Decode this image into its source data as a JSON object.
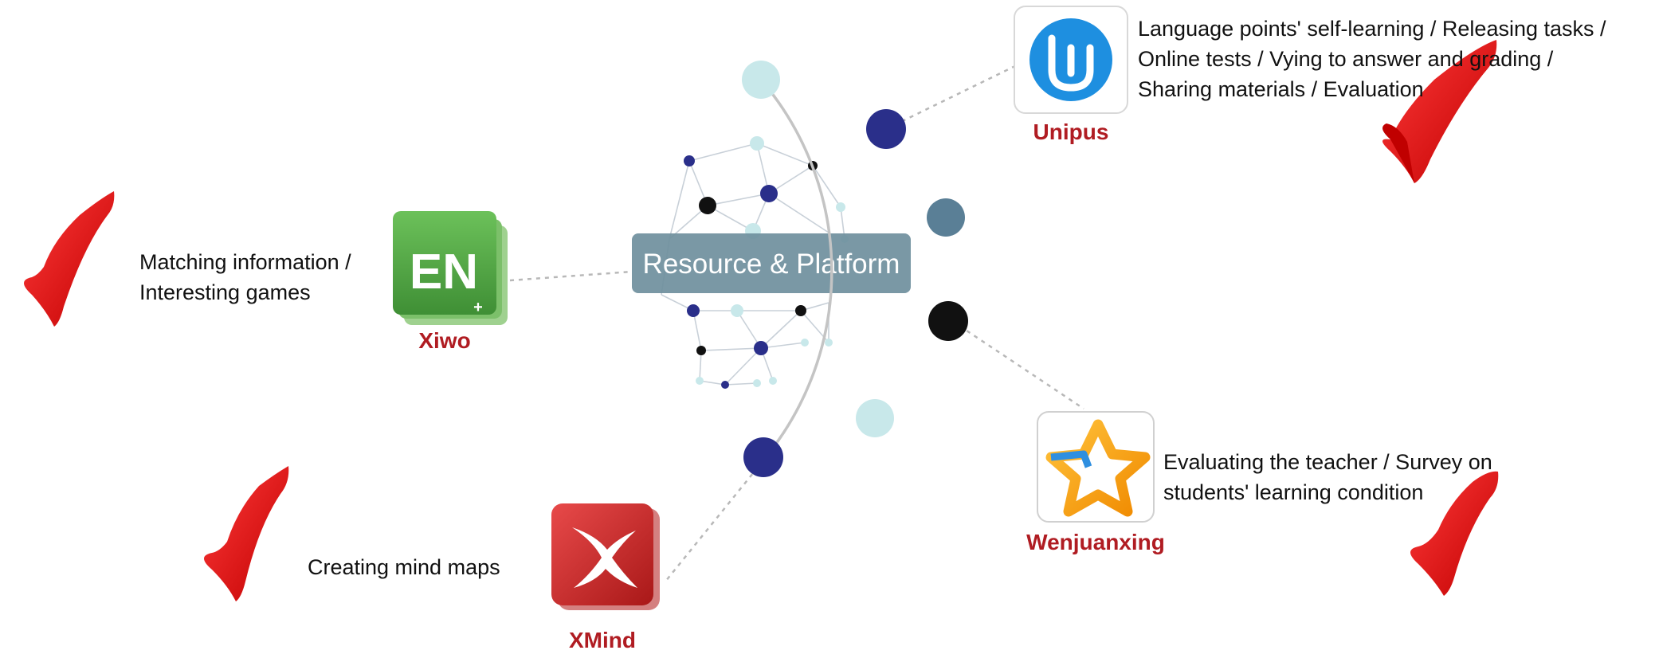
{
  "center": {
    "label": "Resource & Platform"
  },
  "apps": {
    "unipus": {
      "name": "Unipus",
      "icon": "unipus-u-icon",
      "lines": [
        "Language points' self-learning / Releasing tasks /",
        "Online tests / Vying to answer and grading /",
        "Sharing materials / Evaluation"
      ]
    },
    "xiwo": {
      "name": "Xiwo",
      "icon": "en-book-icon",
      "icon_text": "EN",
      "lines": [
        "Matching information /",
        "Interesting games"
      ]
    },
    "wenjuanxing": {
      "name": "Wenjuanxing",
      "icon": "star-icon",
      "lines": [
        "Evaluating the teacher / Survey on",
        "students' learning condition"
      ]
    },
    "xmind": {
      "name": "XMind",
      "icon": "xmind-x-icon",
      "lines": [
        "Creating mind maps"
      ]
    }
  },
  "marks": {
    "icon": "red-check-icon"
  },
  "colors": {
    "app_name": "#b01c22",
    "check": "#e01010",
    "center_box": "#6f8f9d",
    "xiwo_green": "#5aaa4a",
    "unipus_blue": "#1e8fe0",
    "xmind_red": "#d42a2a",
    "navy_dot": "#2a2f8a"
  }
}
